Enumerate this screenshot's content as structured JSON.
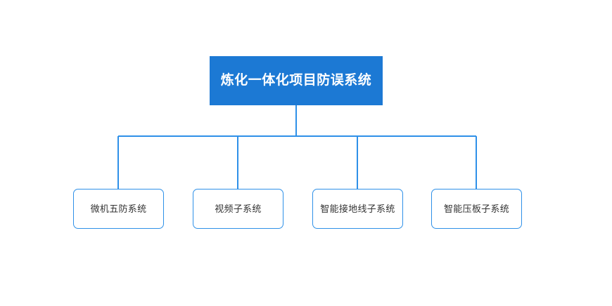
{
  "diagram": {
    "type": "org-chart",
    "orientation": "top-down",
    "background_color": "#ffffff",
    "root": {
      "label": "炼化一体化项目防误系统",
      "fill_color": "#1c79d4",
      "text_color": "#ffffff"
    },
    "connector": {
      "color": "#2e90e8",
      "stroke_width": 2
    },
    "children": [
      {
        "label": "微机五防系统",
        "fill_color": "#ffffff",
        "border_color": "#2e90e8",
        "text_color": "#333333"
      },
      {
        "label": "视频子系统",
        "fill_color": "#ffffff",
        "border_color": "#2e90e8",
        "text_color": "#333333"
      },
      {
        "label": "智能接地线子系统",
        "fill_color": "#ffffff",
        "border_color": "#2e90e8",
        "text_color": "#333333"
      },
      {
        "label": "智能压板子系统",
        "fill_color": "#ffffff",
        "border_color": "#2e90e8",
        "text_color": "#333333"
      }
    ]
  }
}
